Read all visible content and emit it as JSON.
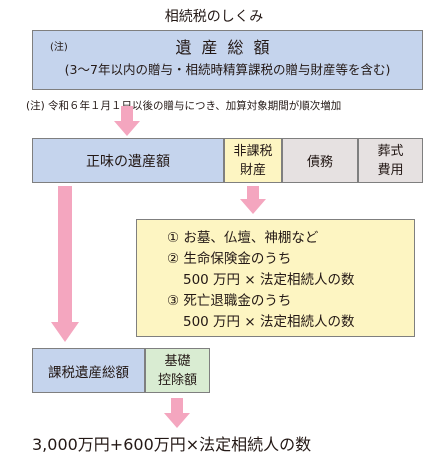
{
  "title": "相続税のしくみ",
  "estate": {
    "note_tag": "(注)",
    "heading": "遺産総額",
    "sub": "(3〜7年以内の贈与・相続時精算課税の贈与財産等を含む)"
  },
  "footnote": "(注) 令和６年１月１日以後の贈与につき、加算対象期間が順次増加",
  "components": {
    "net_estate": "正味の遺産額",
    "non_taxable_line1": "非課税",
    "non_taxable_line2": "財産",
    "debt": "債務",
    "funeral_line1": "葬式",
    "funeral_line2": "費用"
  },
  "non_taxable_items": {
    "item1": "① お墓、仏壇、神棚など",
    "item2": "② 生命保険金のうち",
    "item2_detail": "500 万円 × 法定相続人の数",
    "item3": "③ 死亡退職金のうち",
    "item3_detail": "500 万円 × 法定相続人の数"
  },
  "result": {
    "taxable_total": "課税遺産総額",
    "basic_deduction_line1": "基礎",
    "basic_deduction_line2": "控除額"
  },
  "formula": "3,000万円+600万円×法定相続人の数",
  "colors": {
    "blue_box": "#c5d4ed",
    "yellow_box": "#fdf5c2",
    "gray_box": "#e6e1e1",
    "green_box": "#d9ecd2",
    "arrow": "#f4a6bf"
  }
}
